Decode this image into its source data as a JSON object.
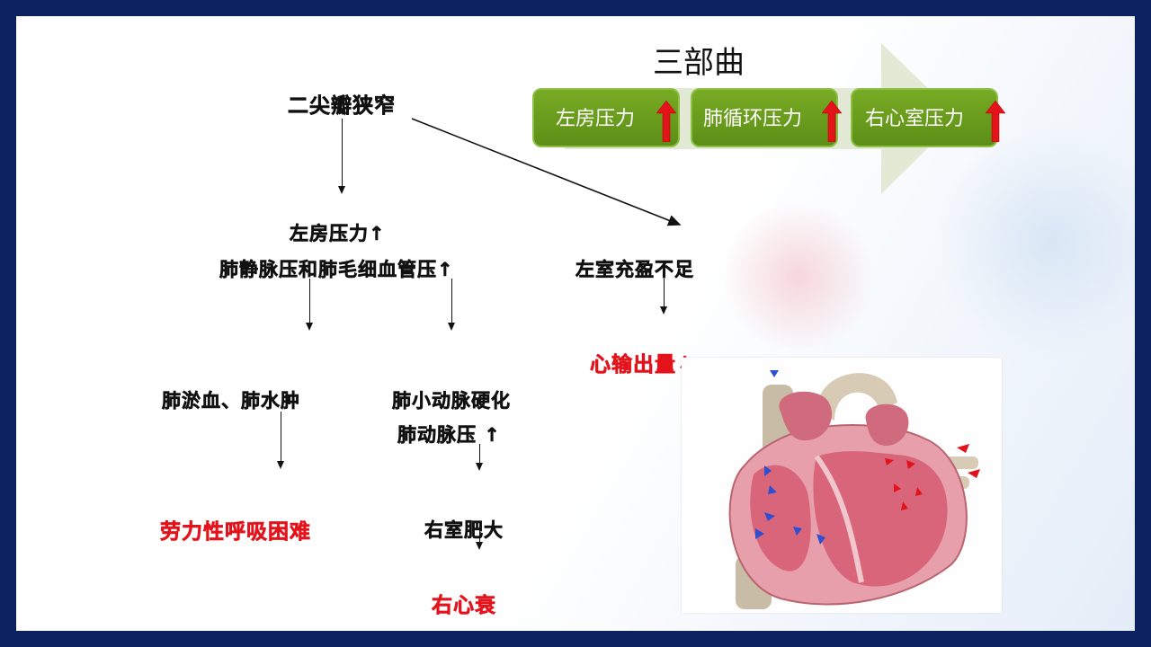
{
  "slide": {
    "diagram": {
      "stenosis": "二尖瓣狭窄",
      "la_pressure": "左房压力↑",
      "pulm_pressure": "肺静脉压和肺毛细血管压↑",
      "lv_filling": "左室充盈不足",
      "cardiac_output": "心输出量↓",
      "congestion": "肺淤血、肺水肿",
      "arteriole": "肺小动脉硬化",
      "pa_pressure": "肺动脉压 ↑",
      "dyspnea": "劳力性呼吸困难",
      "rv_hypertrophy": "右室肥大",
      "rv_failure": "右心衰"
    },
    "triple": {
      "title": "三部曲",
      "steps": [
        "左房压力",
        "肺循环压力",
        "右心室压力"
      ]
    },
    "colors": {
      "accent_red": "#e4131b",
      "step_green": "#6a9c1c",
      "frame_navy": "#0c2260"
    },
    "heart_image": {
      "icon": "heart-anatomy-illustration"
    }
  }
}
